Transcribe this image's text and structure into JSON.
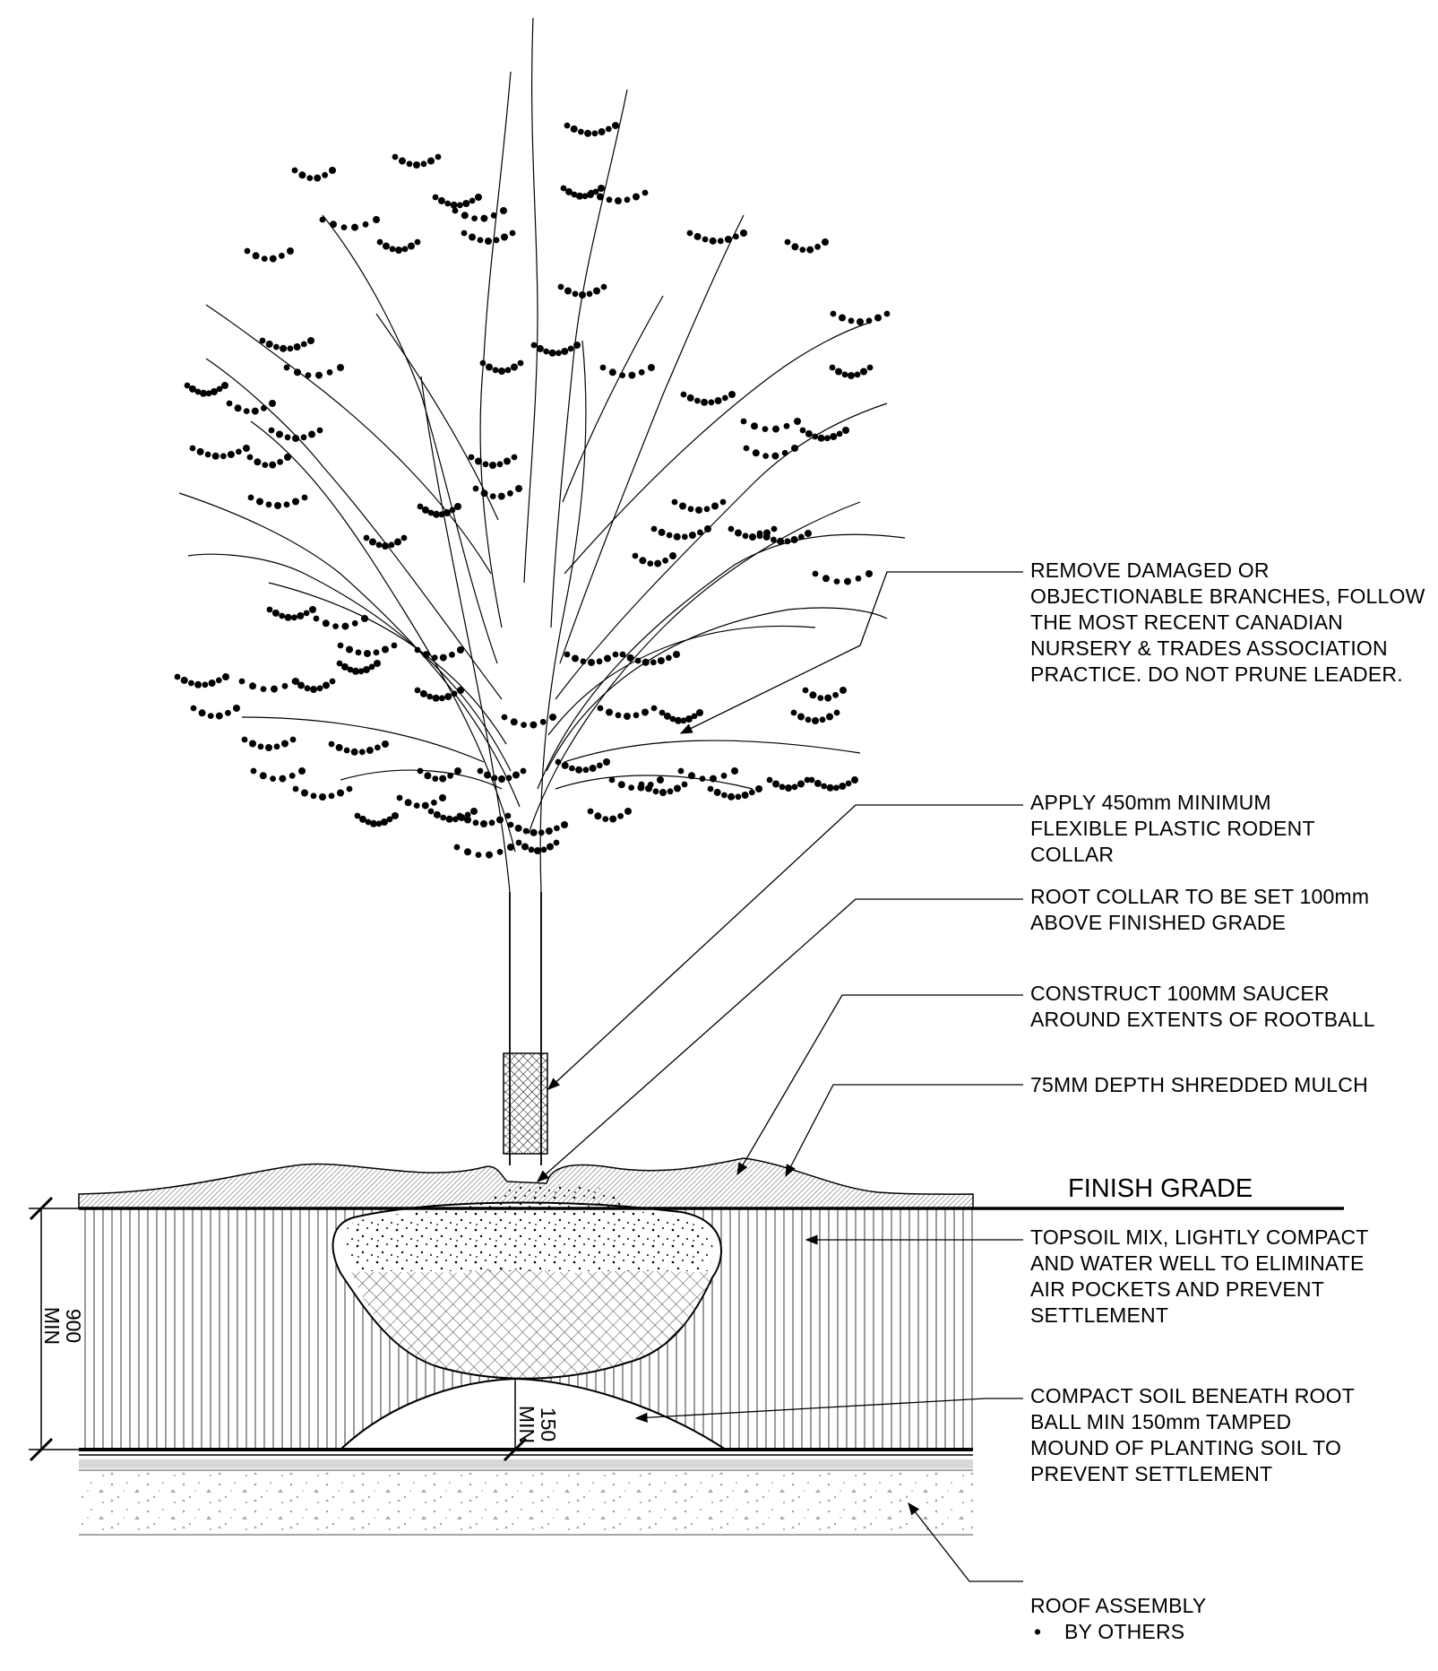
{
  "annotations": {
    "prune": "REMOVE DAMAGED OR\nOBJECTIONABLE BRANCHES, FOLLOW\nTHE MOST RECENT CANADIAN\nNURSERY & TRADES ASSOCIATION\nPRACTICE.  DO NOT PRUNE LEADER.",
    "rodent_collar": "APPLY 450mm MINIMUM\nFLEXIBLE PLASTIC RODENT\nCOLLAR",
    "root_collar": "ROOT COLLAR TO BE SET 100mm\nABOVE FINISHED GRADE",
    "saucer": "CONSTRUCT 100MM SAUCER\nAROUND EXTENTS OF ROOTBALL",
    "mulch": "75MM DEPTH SHREDDED MULCH",
    "topsoil": "TOPSOIL MIX, LIGHTLY COMPACT\nAND WATER WELL TO ELIMINATE\nAIR POCKETS AND PREVENT\nSETTLEMENT",
    "compact": "COMPACT SOIL BENEATH ROOT\nBALL MIN 150mm TAMPED\nMOUND OF PLANTING SOIL TO\nPREVENT SETTLEMENT",
    "roof": "ROOF ASSEMBLY",
    "roof_bullet": "BY OTHERS"
  },
  "grade_label": "FINISH GRADE",
  "dimensions": {
    "depth_value": "900",
    "depth_unit": "MIN",
    "mound_value": "150",
    "mound_unit": "MIN"
  },
  "colors": {
    "line": "#000000",
    "hatch": "#555555",
    "gravel": "#9a9a9a"
  }
}
